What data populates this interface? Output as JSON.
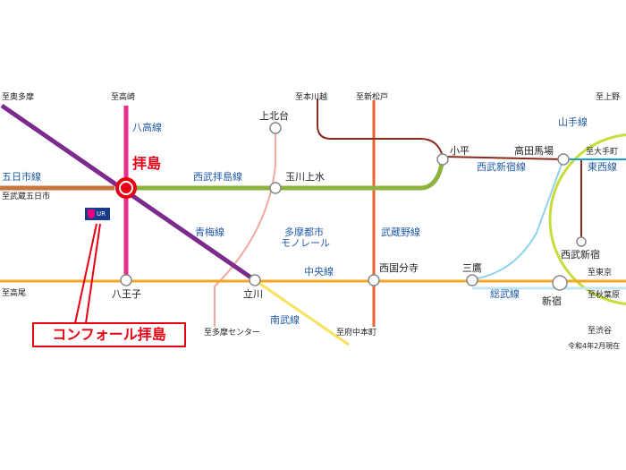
{
  "colors": {
    "ome": "#7b2a8e",
    "hachiko": "#e7308a",
    "seibu_haijima": "#8cb43c",
    "chuo": "#f5a623",
    "nambu": "#f7e05a",
    "musashino": "#e8632e",
    "itsukaichi": "#c9763c",
    "yamanote": "#c8dc3c",
    "monorail": "#f0a8a0",
    "seibu_shinjuku": "#8a2a1a",
    "sobu": "#bfe6f2",
    "highlight": "#e60012"
  },
  "title": "拝島",
  "callout": {
    "text": "コンフォール拝島",
    "logo_text": "UR"
  },
  "note": "令和4年2月現在",
  "stations": {
    "haijima": "拝島",
    "hachioji": "八王子",
    "tachikawa": "立川",
    "tamagawajosui": "玉川上水",
    "kamikitadai": "上北台",
    "kodaira": "小平",
    "takadanobaba": "高田馬場",
    "seibushinjuku": "西武新宿",
    "nishikokubunji": "西国分寺",
    "mitaka": "三鷹",
    "shinjuku": "新宿"
  },
  "destinations": {
    "okutama": "至奥多摩",
    "takasaki": "至高崎",
    "honkawagoe": "至本川越",
    "shinmatsudo": "至新松戸",
    "ueno": "至上野",
    "otemachi": "至大手町",
    "musashiitsukaichi": "至武蔵五日市",
    "takao": "至高尾",
    "tamacenter": "至多摩センター",
    "fuchuhommachi": "至府中本町",
    "tokyo": "至東京",
    "akihabara": "至秋葉原",
    "shibuya": "至渋谷"
  },
  "lines": {
    "itsukaichi": "五日市線",
    "hachiko": "八高線",
    "seibu_haijima": "西武拝島線",
    "ome": "青梅線",
    "monorail_1": "多摩都市",
    "monorail_2": "モノレール",
    "musashino": "武蔵野線",
    "chuo": "中央線",
    "nambu": "南武線",
    "seibu_shinjuku": "西武新宿線",
    "yamanote": "山手線",
    "tozai": "東西線",
    "sobu": "総武線"
  }
}
